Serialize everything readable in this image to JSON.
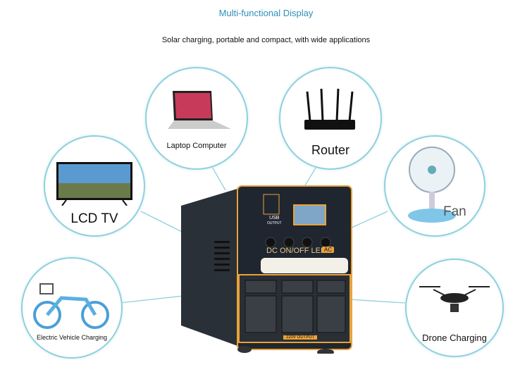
{
  "title": "Multi-functional Display",
  "subtitle": "Solar charging, portable and compact, with wide applications",
  "applications": [
    {
      "label": "Laptop Computer"
    },
    {
      "label": "Router"
    },
    {
      "label": "LCD TV"
    },
    {
      "label": "Fan"
    },
    {
      "label": "Electric Vehicle Charging"
    },
    {
      "label": "Drone Charging"
    }
  ],
  "device": {
    "usb_label": "USB",
    "usb_sub": "OUTPUT",
    "panel_label": "DC ON/OFF LED",
    "ac_badge": "AC",
    "output_label": "220V OUTPUT"
  },
  "colors": {
    "accent": "#2f8fb5",
    "ring": "#8fd0de",
    "trim": "#e8a33a",
    "body": "#1f2630"
  }
}
